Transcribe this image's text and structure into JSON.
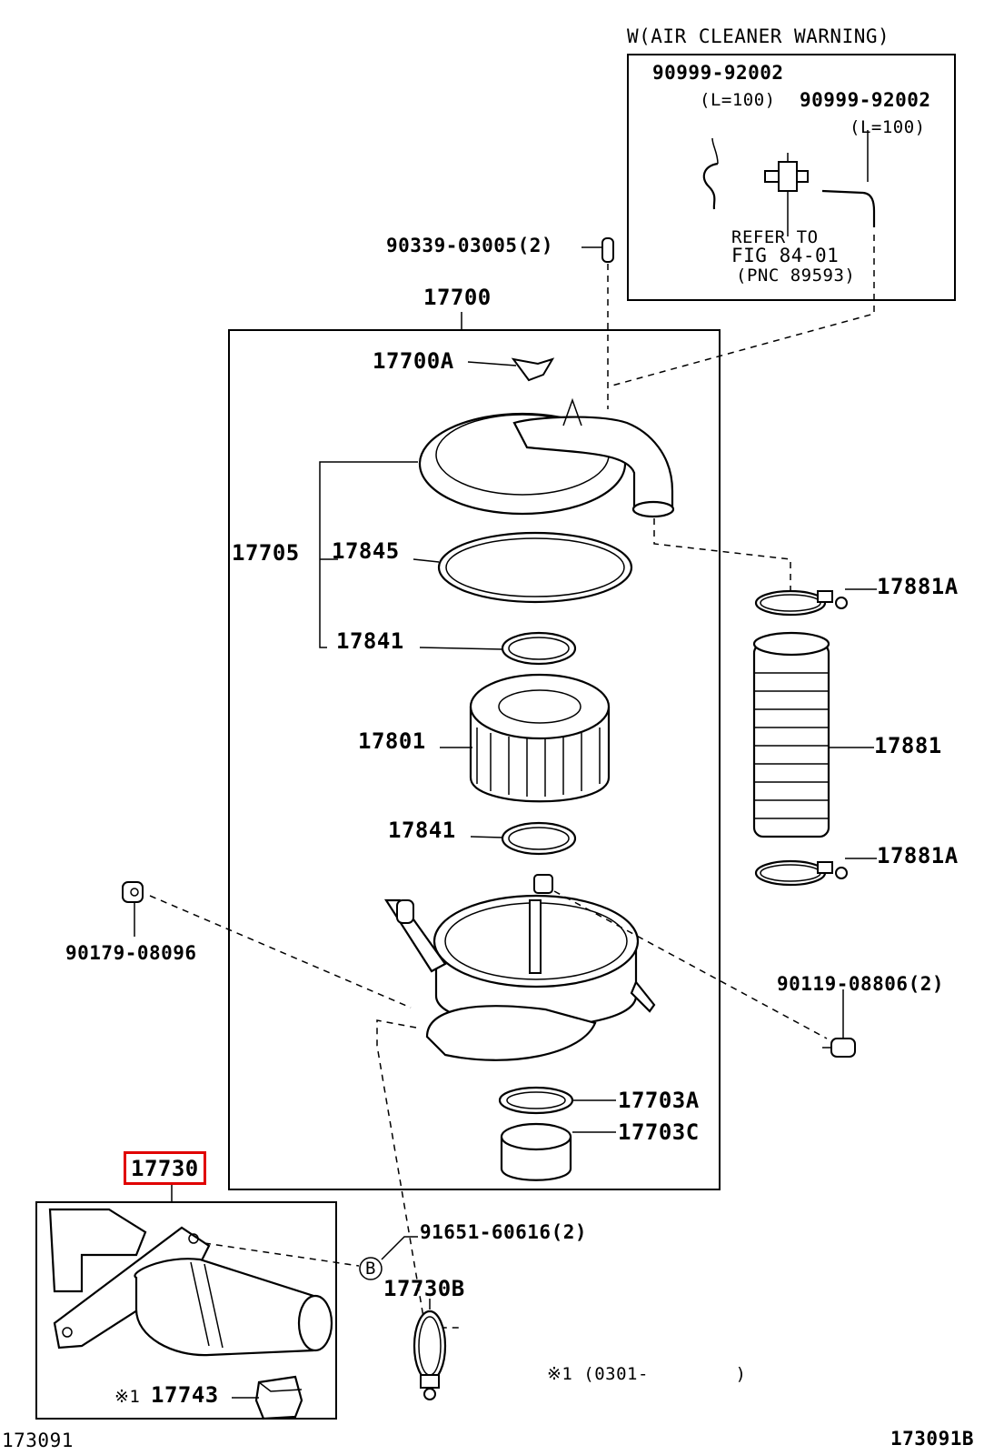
{
  "inset_warning": {
    "title": "W(AIR CLEANER WARNING)",
    "hose_part_1": "90999-92002",
    "hose_length_1": "(L=100)",
    "hose_part_2": "90999-92002",
    "hose_length_2": "(L=100)",
    "refer_line1": "REFER TO",
    "refer_line2": "FIG 84-01",
    "refer_line3": "(PNC 89593)"
  },
  "parts": {
    "p90339": "90339-03005(2)",
    "p17700": "17700",
    "p17700A": "17700A",
    "p17705": "17705",
    "p17845": "17845",
    "p17841_top": "17841",
    "p17801": "17801",
    "p17841_bottom": "17841",
    "p17881A_top": "17881A",
    "p17881": "17881",
    "p17881A_bottom": "17881A",
    "p90179": "90179-08096",
    "p90119": "90119-08806(2)",
    "p17703A": "17703A",
    "p17703C": "17703C",
    "p17730": "17730",
    "p91651": "91651-60616(2)",
    "ref_b": "B",
    "p17730B": "17730B",
    "p17743": "17743",
    "note_mark": "※1",
    "note_range": "※1 (0301-        )"
  },
  "footer": {
    "left_id": "173091",
    "right_id": "173091B"
  },
  "highlight": {
    "part": "17730",
    "color": "#e00000"
  }
}
